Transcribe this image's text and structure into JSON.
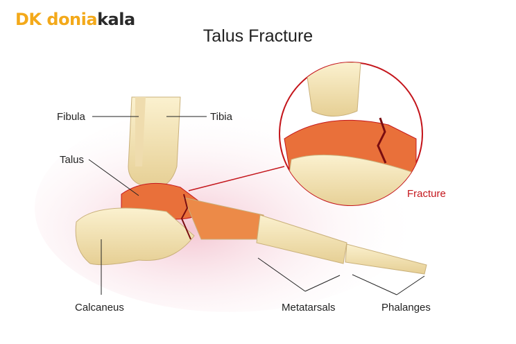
{
  "logo": {
    "mark": "DK",
    "part1": "donia",
    "part2": "kala"
  },
  "title": "Talus Fracture",
  "labels": {
    "fibula": "Fibula",
    "tibia": "Tibia",
    "talus": "Talus",
    "calcaneus": "Calcaneus",
    "metatarsals": "Metatarsals",
    "phalanges": "Phalanges",
    "fracture": "Fracture"
  },
  "colors": {
    "bone": "#f2e3b8",
    "inflamed": "#e9602f",
    "fracture_red": "#c4161c",
    "skin": "#f6d7df",
    "cartilage": "#b7c9e0"
  }
}
